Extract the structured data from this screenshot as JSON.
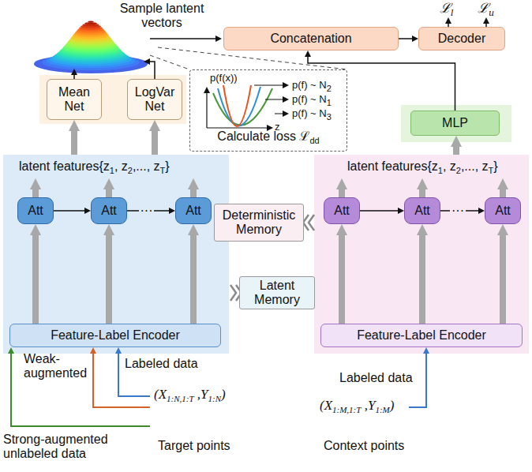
{
  "diagram": {
    "nodes": [
      {
        "text": [
          "Concatenation"
        ]
      },
      {
        "text": [
          "Decoder"
        ]
      },
      {
        "text": [
          "Mean Net"
        ]
      },
      {
        "text": [
          "LogVar Net"
        ]
      },
      {
        "text": [
          "Calculate loss ℒ",
          "dd"
        ]
      },
      {
        "text": [
          "MLP"
        ]
      },
      {
        "text": [
          "Deterministic Memory"
        ]
      },
      {
        "text": [
          "Att"
        ]
      },
      {
        "text": [
          "Att"
        ]
      },
      {
        "text": [
          "Att"
        ]
      },
      {
        "text": [
          "Latent Memory"
        ]
      },
      {
        "text": [
          "Att"
        ]
      },
      {
        "text": [
          "Att"
        ]
      },
      {
        "text": [
          "Att"
        ]
      },
      {
        "text": [
          "Feature-Label Encoder"
        ]
      },
      {
        "text": [
          "Feature-Label Encoder"
        ]
      }
    ],
    "edges": [
      {
        "from": 14,
        "to": 7,
        "arrow": "to"
      },
      {
        "from": 14,
        "to": 8,
        "arrow": "to"
      },
      {
        "from": 14,
        "to": 9,
        "arrow": "to"
      },
      {
        "from": 7,
        "to": 8,
        "arrow": "to"
      },
      {
        "from": 8,
        "to": 9,
        "arrow": "to",
        "label": "···"
      },
      {
        "from": 15,
        "to": 11,
        "arrow": "to"
      },
      {
        "from": 15,
        "to": 12,
        "arrow": "to"
      },
      {
        "from": 15,
        "to": 13,
        "arrow": "to"
      },
      {
        "from": 11,
        "to": 12,
        "arrow": "to"
      },
      {
        "from": 12,
        "to": 13,
        "arrow": "to",
        "label": "···"
      },
      {
        "from": 5,
        "to": 0,
        "arrow": "to"
      },
      {
        "from": 0,
        "to": 1,
        "arrow": "to"
      }
    ],
    "labels": [
      "Sample lantent vectors",
      "ℒ",
      "l",
      "ℒ",
      "u",
      "p(f(x))",
      "p(f) ~ N",
      "2",
      "p(f) ~ N",
      "1",
      "p(f) ~ N",
      "3",
      "z",
      "latent features",
      "{z",
      "1",
      ", z",
      "2",
      ",..., z",
      "T",
      "}",
      "latent features",
      "{z",
      "1",
      ", z",
      "2",
      ",..., z",
      "T",
      "}",
      "Weak-augmented",
      "Labeled data",
      "(X",
      "1:N,1:T",
      " ,Y",
      "1:N",
      ")",
      "Strong-augmented unlabeled data",
      "Target points",
      "(X",
      "1:M,1:T",
      " ,Y",
      "1:M",
      ")",
      "Labeled data",
      "Context points"
    ]
  }
}
